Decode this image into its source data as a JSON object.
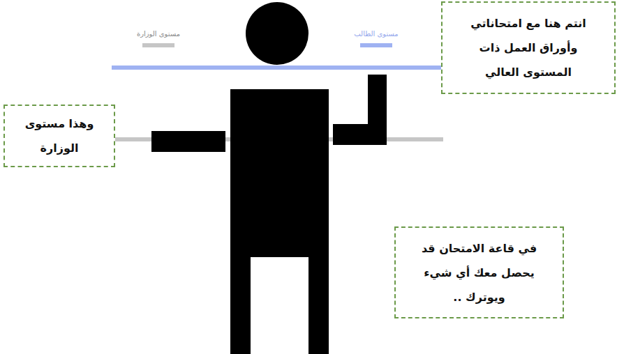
{
  "diagram": {
    "nodes": [
      {
        "text": [
          "انتم هنا مع امتحاناتي وأوراق العمل ذات المستوى العالي"
        ]
      },
      {
        "text": [
          "وهذا مستوى الوزارة"
        ]
      },
      {
        "text": [
          "في قاعة الامتحان قد يحصل معك أي شيء ويوترك .."
        ]
      }
    ],
    "legend": [
      {
        "text": "مستوى الوزارة",
        "color": "#c6c6c6"
      },
      {
        "text": "مستوى الطالب",
        "color": "#9fb2f2"
      }
    ]
  }
}
